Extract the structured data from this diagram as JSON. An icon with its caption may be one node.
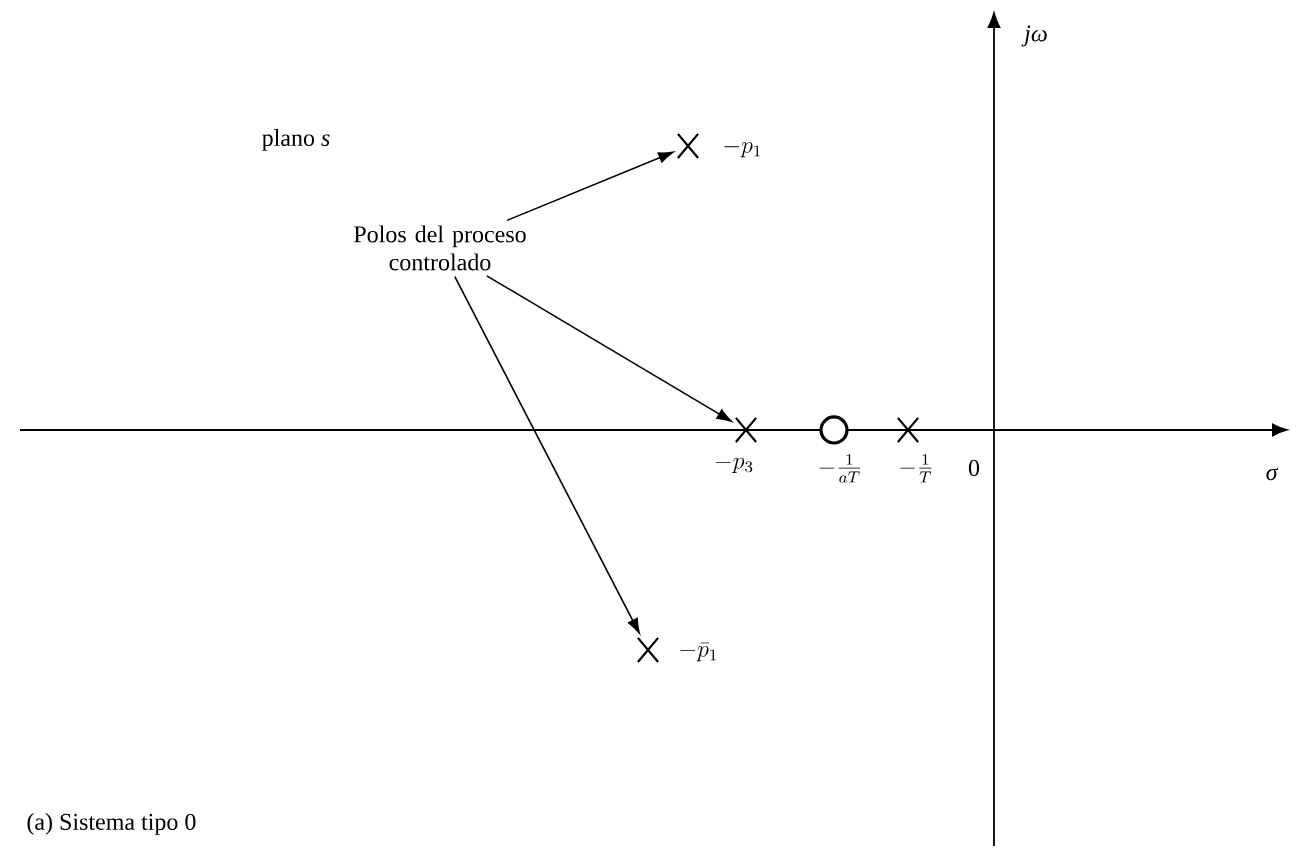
{
  "diagram": {
    "caption": "(a) Sistema tipo 0",
    "nodes": [
      {
        "text": [],
        "shape": "cross",
        "beside": [
          "-p_1"
        ]
      },
      {
        "text": [
          "Polos del proceso controlado"
        ]
      },
      {
        "text": [],
        "shape": "cross",
        "beside": [
          "-p_3"
        ]
      },
      {
        "text": [],
        "shape": "circle",
        "beside": [
          "-\\frac{1}{aT}"
        ]
      },
      {
        "text": [],
        "shape": "cross",
        "beside": [
          "-\\frac{1}{T}"
        ]
      },
      {
        "text": [],
        "shape": "cross",
        "beside": [
          "-\\bar{p}_1"
        ]
      }
    ],
    "edges": [
      {
        "from": 1,
        "to": 0,
        "arrow": "to"
      },
      {
        "from": 1,
        "to": 2,
        "arrow": "to"
      },
      {
        "from": 1,
        "to": 5,
        "arrow": "to"
      }
    ],
    "labels": [
      "plano *s*",
      "*jω*",
      "*σ*",
      "0"
    ]
  }
}
